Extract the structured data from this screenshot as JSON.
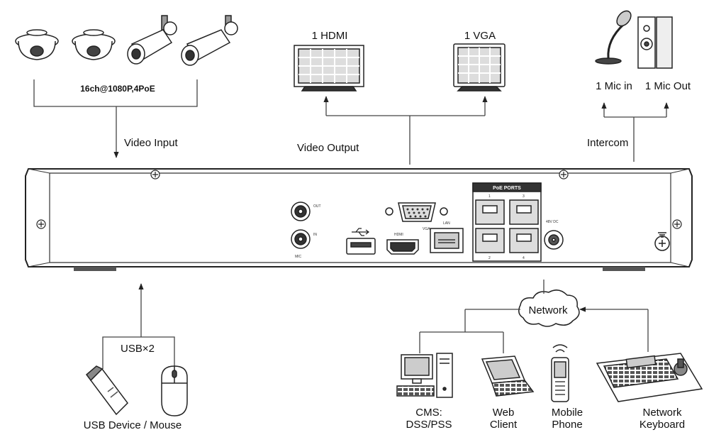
{
  "cameras": {
    "label": "16ch@1080P,4PoE"
  },
  "video_input": {
    "label": "Video Input"
  },
  "video_output": {
    "label": "Video Output",
    "hdmi_label": "1 HDMI",
    "vga_label": "1 VGA"
  },
  "intercom": {
    "label": "Intercom",
    "mic_in_label": "1 Mic in",
    "mic_out_label": "1 Mic Out"
  },
  "usb": {
    "label": "USB×2",
    "device_label": "USB Device / Mouse"
  },
  "network": {
    "label": "Network",
    "clients": [
      {
        "label": "CMS:\nDSS/PSS"
      },
      {
        "label": "Web\nClient"
      },
      {
        "label": "Mobile\nPhone"
      },
      {
        "label": "Network\nKeyboard"
      }
    ]
  },
  "panel": {
    "audio_out": "OUT",
    "audio_in": "IN",
    "audio_group": "MIC",
    "vga": "VGA",
    "hdmi": "HDMI",
    "lan": "LAN",
    "poe_header": "PoE PORTS",
    "poe_ports": [
      "1",
      "3",
      "2",
      "4"
    ],
    "power": "48V DC"
  }
}
